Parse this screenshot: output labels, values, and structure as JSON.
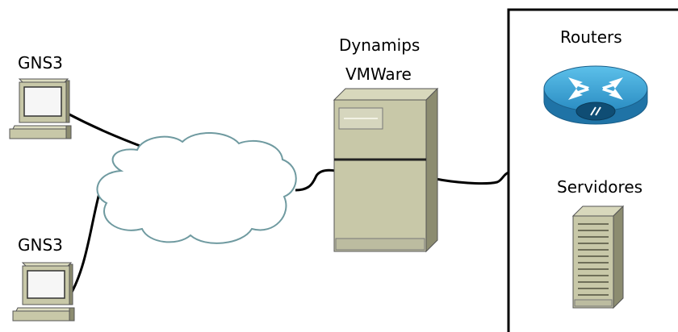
{
  "nodes": {
    "client_top": {
      "label": "GNS3",
      "icon": "desktop-computer-icon"
    },
    "client_bottom": {
      "label": "GNS3",
      "icon": "desktop-computer-icon"
    },
    "network": {
      "icon": "cloud-icon"
    },
    "server_host": {
      "label_line1": "Dynamips",
      "label_line2": "VMWare",
      "icon": "server-tower-icon"
    },
    "routers": {
      "label": "Routers",
      "icon": "router-icon"
    },
    "servers": {
      "label": "Servidores",
      "icon": "server-rack-icon"
    }
  },
  "colors": {
    "computer_body": "#c8c8a8",
    "computer_dark": "#8c8c70",
    "cloud_fill": "#ffffff",
    "cloud_stroke": "#6f9aa0",
    "router_blue": "#2a8cc2",
    "router_dark": "#1a5f8a",
    "link": "#000000"
  }
}
